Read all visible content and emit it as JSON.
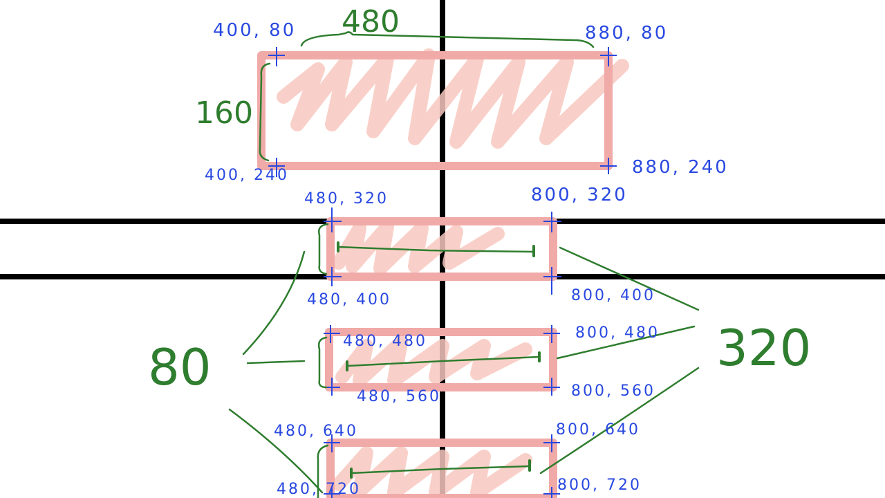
{
  "accent_colors": {
    "box_stroke": "#f0aaa8",
    "box_fill_scribble": "#f8c8c0",
    "coordinate_text": "#2848e0",
    "dimension_text": "#2f7d2f",
    "guide_lines": "#000000"
  },
  "top_box": {
    "top_left": "400, 80",
    "top_right": "880, 80",
    "bottom_left": "400, 240",
    "bottom_right": "880, 240",
    "width_label": "480",
    "height_label": "160"
  },
  "box_1": {
    "top_left": "480, 320",
    "top_right": "800, 320",
    "bottom_left": "480, 400",
    "bottom_right": "800, 400"
  },
  "box_2": {
    "top_left": "480, 480",
    "top_right": "800, 480",
    "bottom_left": "480, 560",
    "bottom_right": "800, 560"
  },
  "box_3": {
    "top_left": "480, 640",
    "top_right": "800, 640",
    "bottom_left": "480, 720",
    "bottom_right": "800, 720"
  },
  "shared_height_label": "80",
  "shared_width_label": "320"
}
